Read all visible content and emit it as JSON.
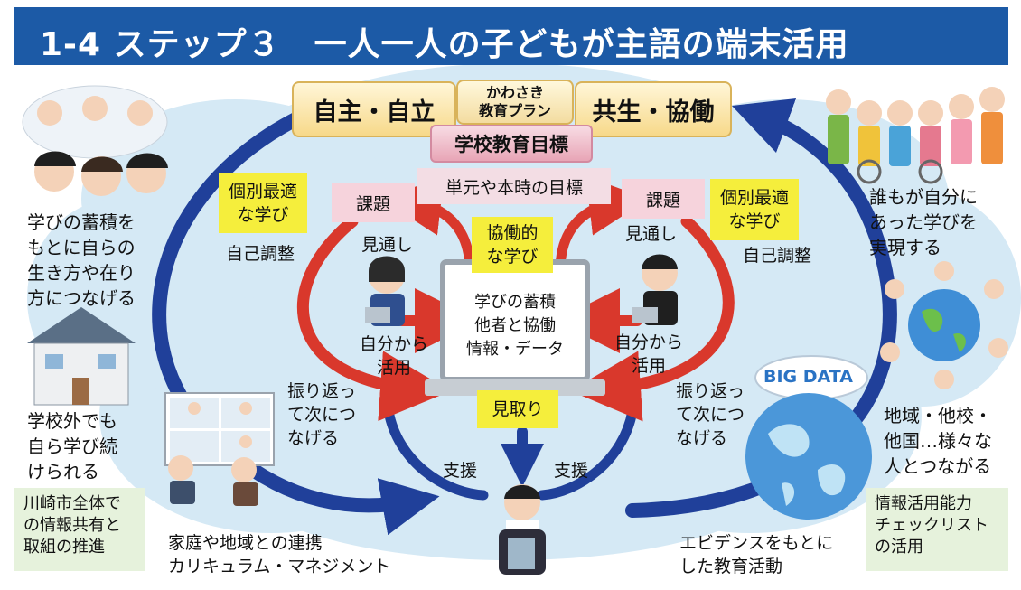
{
  "title": "1-4 ステップ３　一人一人の子どもが主語の端末活用",
  "goals": {
    "left": "自主・自立",
    "center": "かわさき\n教育プラン",
    "right": "共生・協働",
    "school_goal": "学校教育目標",
    "unit_goal": "単元や本時の目標"
  },
  "left_loop": {
    "kadai": "課題",
    "individual": "個別最適\nな学び",
    "self_adjust": "自己調整",
    "mitoshi": "見通し",
    "katsuyo": "自分から\n活用",
    "furikaeri": "振り返っ\nて次につ\nなげる"
  },
  "right_loop": {
    "kadai": "課題",
    "individual": "個別最適\nな学び",
    "self_adjust": "自己調整",
    "mitoshi": "見通し",
    "katsuyo": "自分から\n活用",
    "furikaeri": "振り返っ\nて次につ\nなげる"
  },
  "center": {
    "collab": "協働的\nな学び",
    "screen": "学びの蓄積\n他者と協働\n情報・データ",
    "mitori": "見取り",
    "support_left": "支援",
    "support_right": "支援"
  },
  "left_side": {
    "text1": "学びの蓄積を\nもとに自らの\n生き方や在り\n方につなげる",
    "text2": "学校外でも\n自ら学び続\nけられる",
    "green": "川崎市全体で\nの情報共有と\n取組の推進",
    "bottom": "家庭や地域との連携\nカリキュラム・マネジメント"
  },
  "right_side": {
    "text1": "誰もが自分に\nあった学びを\n実現する",
    "big_data": "BIG DATA",
    "text2": "地域・他校・\n他国…様々な\n人とつながる",
    "green": "情報活用能力\nチェックリスト\nの活用",
    "bottom": "エビデンスをもとに\nした教育活動"
  },
  "colors": {
    "title_bg": "#1c5aa6",
    "cloud": "#d5e9f5",
    "yellow": "#f5ee3c",
    "pink": "#f6d3dc",
    "green": "#e6f2dc",
    "red_arrow": "#d9382c",
    "blue_arrow": "#20409a"
  }
}
